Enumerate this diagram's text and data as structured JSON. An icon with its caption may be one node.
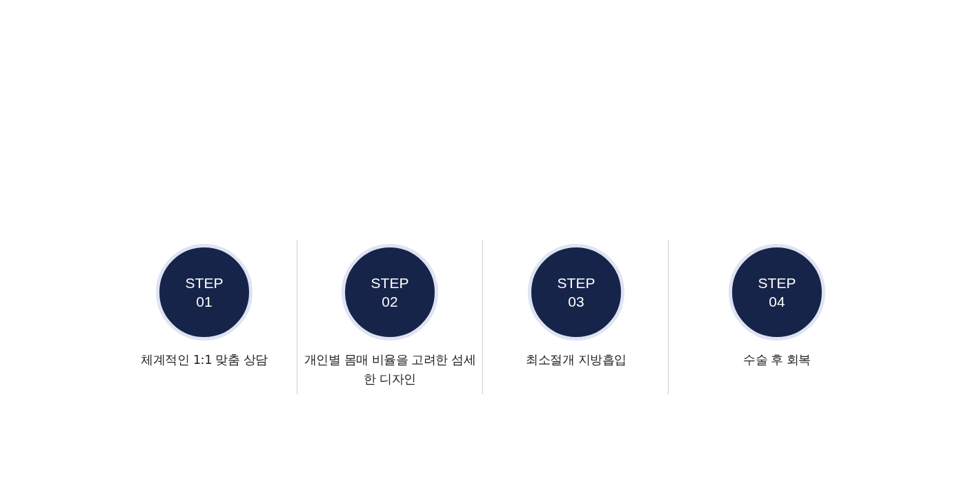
{
  "diagram": {
    "nodes": [
      {
        "text": [
          "STEP 01"
        ],
        "beside": [
          "체계적인 1:1 맞춤 상담"
        ]
      },
      {
        "text": [
          "STEP 02"
        ],
        "beside": [
          "개인별 몸매 비율을 고려한 섬세한 디자인"
        ]
      },
      {
        "text": [
          "STEP 03"
        ],
        "beside": [
          "최소절개 지방흡입"
        ]
      },
      {
        "text": [
          "STEP 04"
        ],
        "beside": [
          "수술 후 회복"
        ]
      }
    ]
  }
}
